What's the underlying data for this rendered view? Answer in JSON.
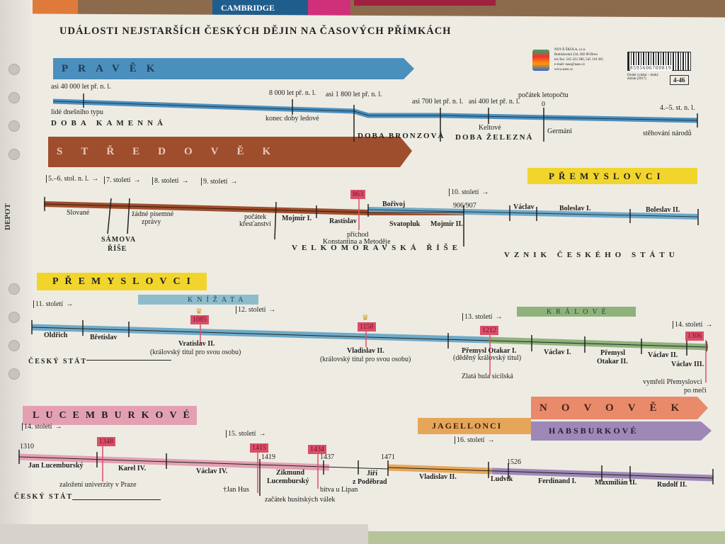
{
  "title": "UDÁLOSTI NEJSTARŠÍCH ČESKÝCH DĚJIN NA ČASOVÝCH PŘÍMKÁCH",
  "top_book": "CAMBRIDGE",
  "sleeve_label": "DEPOT",
  "publisher": {
    "name": "NOVÁ ŠKOLA, s.r.o.",
    "address": "Bratislavská 234, 602 00 Brno",
    "phone": "tel./fax: 545 222 286, 545 110 365",
    "email": "e-mail: nass@nass.cz",
    "web": "www.nass.cz",
    "barcode": "8595606700819",
    "edition": "Druhé vydání – druhý dotisk (2017)",
    "code": "4-46"
  },
  "pravek": {
    "banner": "PRAVĚK",
    "labels": [
      "asi 40 000 let př. n. l.",
      "lidé dnešního typu",
      "DOBA KAMENNÁ",
      "8 000 let př. n. l.",
      "konec doby ledové",
      "asi 1 800 let př. n. l.",
      "DOBA BRONZOVÁ",
      "asi 700 let př. n. l.",
      "asi 400 let př. n. l.",
      "Keltové",
      "DOBA ŽELEZNÁ",
      "počátek letopočtu",
      "0",
      "Germáni",
      "4.–5. st. n. l.",
      "stěhování národů"
    ]
  },
  "stredovek": {
    "banner": "STŘEDOVĚK",
    "premyslovci": "PŘEMYSLOVCI",
    "centuries": [
      "5.–6. stol. n. l.",
      "7. století",
      "8. století",
      "9. století",
      "10. století"
    ],
    "year": "863",
    "labels": [
      "Slované",
      "SÁMOVA",
      "ŘÍŠE",
      "žádné písemné",
      "zprávy",
      "počátek",
      "křesťanství",
      "Mojmír I.",
      "Rastislav",
      "příchod",
      "Konstantina a Metoděje",
      "VELKOMORAVSKÁ ŘÍŠE",
      "Bořivoj",
      "Svatopluk",
      "Mojmír II.",
      "906/907",
      "Václav",
      "Boleslav I.",
      "Boleslav II.",
      "VZNIK ČESKÉHO STÁTU"
    ]
  },
  "premyslovci": {
    "banner": "PŘEMYSLOVCI",
    "knizata": "KNÍŽATA",
    "kralove": "KRÁLOVÉ",
    "centuries": [
      "11. století",
      "12. století",
      "13. století",
      "14. století"
    ],
    "years": [
      "1085",
      "1158",
      "1212",
      "1306"
    ],
    "labels": [
      "Oldřich",
      "Břetislav",
      "Vratislav II.",
      "(královský titul pro svou osobu)",
      "Vladislav II.",
      "(královský titul pro svou osobu)",
      "Přemysl Otakar I.",
      "(děděný královský titul)",
      "Zlatá bula sicilská",
      "Václav I.",
      "Přemysl",
      "Otakar II.",
      "Václav II.",
      "Václav III.",
      "vymřeli Přemyslovci",
      "po meči"
    ],
    "cesky_stat": "ČESKÝ STÁT"
  },
  "lucemburkove": {
    "banner": "LUCEMBURKOVÉ",
    "novovek": "NOVOVĚK",
    "jagellonci": "JAGELLONCI",
    "habsburkove": "HABSBURKOVÉ",
    "centuries": [
      "14. století",
      "15. století",
      "16. století"
    ],
    "years": [
      "1348",
      "1415",
      "1434"
    ],
    "labels": [
      "1310",
      "Jan Lucemburský",
      "Karel IV.",
      "založení univerzity v Praze",
      "Václav IV.",
      "†Jan Hus",
      "1419",
      "Zikmund",
      "Lucemburský",
      "začátek husitských válek",
      "1437",
      "bitva u Lipan",
      "Jiří",
      "z Poděbrad",
      "1471",
      "Vladislav II.",
      "1526",
      "Ludvík",
      "Ferdinand I.",
      "Maxmilián II.",
      "Rudolf II."
    ],
    "cesky_stat": "ČESKÝ STÁT"
  },
  "colors": {
    "pravek": "#4b8fbd",
    "stredovek": "#9e4e2c",
    "yellow": "#f2d52c",
    "knizata": "#8dbccc",
    "kralove": "#8fb27c",
    "lucemburkove": "#e3a0b2",
    "novovek": "#e98a6b",
    "jagellonci": "#e6a659",
    "habsburkove": "#9e88b6",
    "year": "#d94f6a"
  }
}
